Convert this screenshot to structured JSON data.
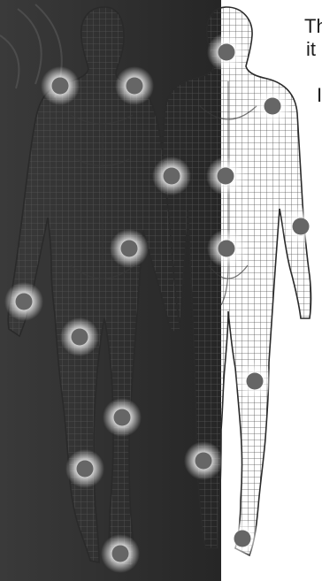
{
  "caption": {
    "line1": "Th",
    "line2": "it",
    "line3": "I"
  },
  "illustration": {
    "background_left": "#2f2f2f",
    "background_right": "#ffffff",
    "body_fill": "#f2f2f2",
    "body_outline": "#2a2a2a",
    "mesh_line": "#555555",
    "marker_color": "#666666",
    "marker_glow": "#ffffff",
    "figures": [
      "front-figure",
      "back-figure"
    ],
    "front_marker_count": 10,
    "back_marker_count": 8
  }
}
